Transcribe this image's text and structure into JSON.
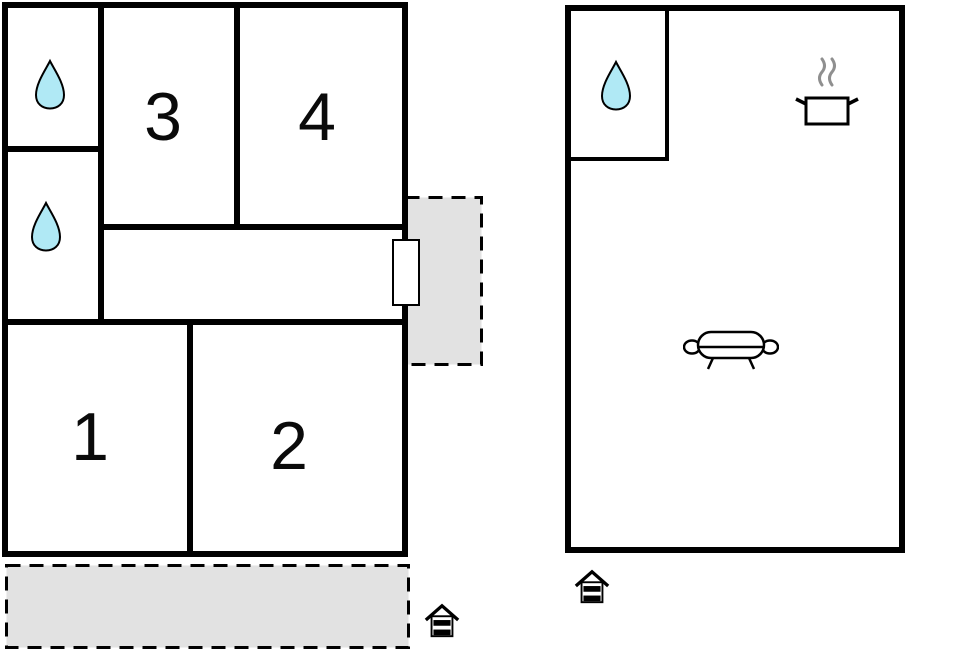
{
  "colors": {
    "wall": "#000000",
    "background": "#ffffff",
    "water_drop": "#b0e9f5",
    "terrace": "#e2e2e2",
    "steam": "#8f8f8f"
  },
  "left_plan": {
    "room_labels": [
      "1",
      "2",
      "3",
      "4"
    ],
    "icons": [
      "water-drop-icon",
      "water-drop-icon",
      "entrance-house-icon"
    ],
    "features": [
      "door",
      "side-terrace",
      "bottom-terrace"
    ]
  },
  "right_plan": {
    "icons": [
      "water-drop-icon",
      "cooking-pot-icon",
      "sofa-icon",
      "entrance-house-icon"
    ]
  }
}
